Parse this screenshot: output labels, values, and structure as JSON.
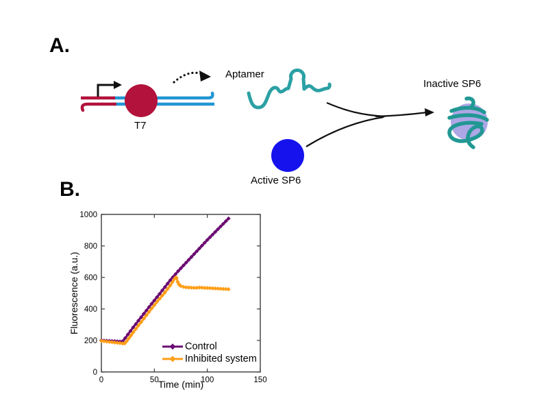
{
  "figure": {
    "panel_a": {
      "label": "A.",
      "t7_label": "T7",
      "aptamer_label": "Aptamer",
      "active_sp6_label": "Active SP6",
      "inactive_sp6_label": "Inactive SP6",
      "colors": {
        "dna_promoter_red": "#B2123C",
        "dna_template_blue": "#2196D3",
        "t7_polymerase": "#B2123C",
        "aptamer_teal": "#2BA0A4",
        "active_sp6_blue": "#1512EE",
        "inactive_sp6_body": "#ADA7E6",
        "inactive_sp6_wrap": "#219893",
        "arrow_black": "#111111"
      }
    },
    "panel_b": {
      "label": "B."
    }
  },
  "chart_data": {
    "type": "line",
    "title": "",
    "xlabel": "Time (min)",
    "ylabel": "Fluorescence (a.u.)",
    "xlim": [
      0,
      150
    ],
    "ylim": [
      0,
      1000
    ],
    "x_ticks": [
      0,
      50,
      100,
      150
    ],
    "y_ticks": [
      0,
      200,
      400,
      600,
      800,
      1000
    ],
    "grid": false,
    "legend_position": "inside bottom-right",
    "marker": "diamond",
    "axis_color": "#3a3a3a",
    "series": [
      {
        "name": "Control",
        "color": "#6B0C72",
        "points": [
          [
            0,
            200
          ],
          [
            2.5,
            199
          ],
          [
            5,
            198
          ],
          [
            7.5,
            197
          ],
          [
            10,
            196
          ],
          [
            12.5,
            195
          ],
          [
            15,
            194
          ],
          [
            17.5,
            193
          ],
          [
            20,
            195
          ],
          [
            22.5,
            215
          ],
          [
            25,
            238
          ],
          [
            27.5,
            260
          ],
          [
            30,
            283
          ],
          [
            32.5,
            304
          ],
          [
            35,
            326
          ],
          [
            37.5,
            347
          ],
          [
            40,
            369
          ],
          [
            42.5,
            390
          ],
          [
            45,
            412
          ],
          [
            47.5,
            433
          ],
          [
            50,
            454
          ],
          [
            52.5,
            475
          ],
          [
            55,
            496
          ],
          [
            57.5,
            518
          ],
          [
            60,
            539
          ],
          [
            62.5,
            561
          ],
          [
            65,
            582
          ],
          [
            67.5,
            602
          ],
          [
            70,
            621
          ],
          [
            72.5,
            640
          ],
          [
            75,
            658
          ],
          [
            77.5,
            676
          ],
          [
            80,
            694
          ],
          [
            82.5,
            712
          ],
          [
            85,
            730
          ],
          [
            87.5,
            748
          ],
          [
            90,
            766
          ],
          [
            92.5,
            784
          ],
          [
            95,
            802
          ],
          [
            97.5,
            820
          ],
          [
            100,
            838
          ],
          [
            102.5,
            855
          ],
          [
            105,
            872
          ],
          [
            107.5,
            889
          ],
          [
            110,
            906
          ],
          [
            112.5,
            923
          ],
          [
            115,
            940
          ],
          [
            117.5,
            957
          ],
          [
            120,
            974
          ]
        ]
      },
      {
        "name": "Inhibited system",
        "color": "#FF9E17",
        "points": [
          [
            0,
            197
          ],
          [
            2.5,
            195
          ],
          [
            5,
            193
          ],
          [
            7.5,
            191
          ],
          [
            10,
            189
          ],
          [
            12.5,
            187
          ],
          [
            15,
            185
          ],
          [
            17.5,
            183
          ],
          [
            20,
            181
          ],
          [
            22,
            181
          ],
          [
            24,
            196
          ],
          [
            26,
            214
          ],
          [
            28,
            232
          ],
          [
            30,
            251
          ],
          [
            32.5,
            273
          ],
          [
            35,
            295
          ],
          [
            37.5,
            316
          ],
          [
            40,
            338
          ],
          [
            42.5,
            360
          ],
          [
            45,
            381
          ],
          [
            47.5,
            403
          ],
          [
            50,
            424
          ],
          [
            52.5,
            445
          ],
          [
            55,
            465
          ],
          [
            57.5,
            485
          ],
          [
            60,
            505
          ],
          [
            62.5,
            527
          ],
          [
            65,
            549
          ],
          [
            67,
            570
          ],
          [
            69,
            590
          ],
          [
            70,
            599
          ],
          [
            71,
            597
          ],
          [
            72,
            572
          ],
          [
            73,
            558
          ],
          [
            74,
            550
          ],
          [
            75,
            546
          ],
          [
            77.5,
            540
          ],
          [
            80,
            537
          ],
          [
            82.5,
            536
          ],
          [
            85,
            535
          ],
          [
            87.5,
            534
          ],
          [
            90,
            534
          ],
          [
            92.5,
            536
          ],
          [
            95,
            535
          ],
          [
            97.5,
            533
          ],
          [
            100,
            533
          ],
          [
            102.5,
            532
          ],
          [
            105,
            531
          ],
          [
            107.5,
            530
          ],
          [
            110,
            529
          ],
          [
            112.5,
            528
          ],
          [
            115,
            527
          ],
          [
            117.5,
            526
          ],
          [
            120,
            525
          ]
        ]
      }
    ]
  }
}
